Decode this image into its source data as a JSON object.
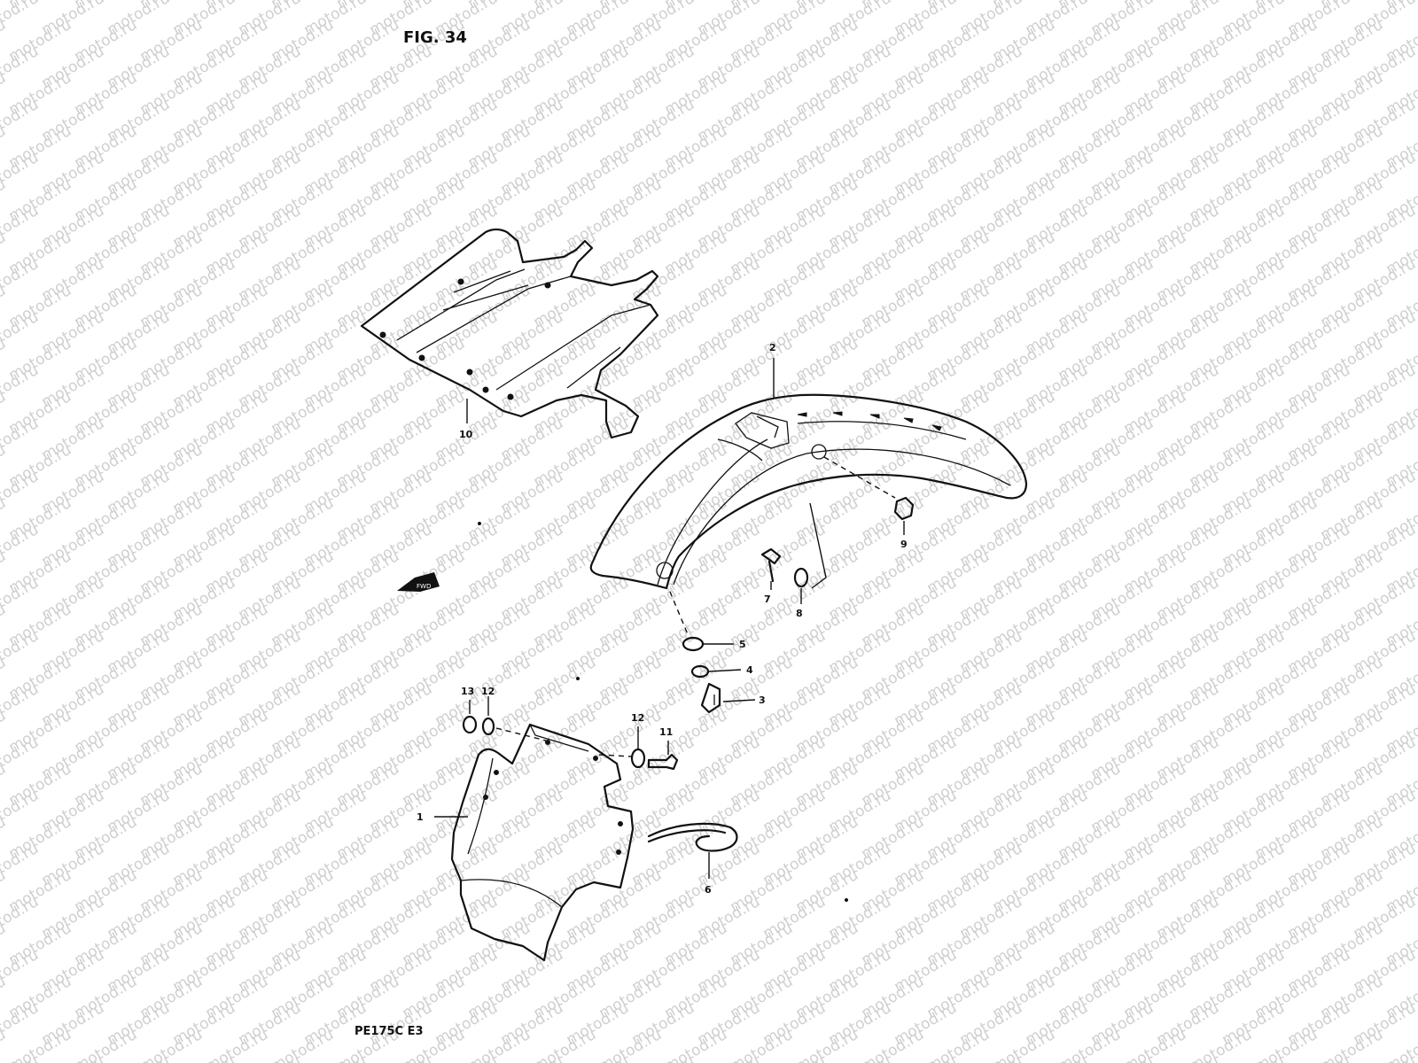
{
  "figure": {
    "title": "FIG. 34",
    "model_code": "PE175C E3",
    "watermark_text": "motod.ru"
  },
  "callouts": [
    {
      "id": "c1",
      "label": "1"
    },
    {
      "id": "c2",
      "label": "2"
    },
    {
      "id": "c3",
      "label": "3"
    },
    {
      "id": "c4",
      "label": "4"
    },
    {
      "id": "c5",
      "label": "5"
    },
    {
      "id": "c6",
      "label": "6"
    },
    {
      "id": "c7",
      "label": "7"
    },
    {
      "id": "c8",
      "label": "8"
    },
    {
      "id": "c9",
      "label": "9"
    },
    {
      "id": "c10",
      "label": "10"
    },
    {
      "id": "c11",
      "label": "11"
    },
    {
      "id": "c12a",
      "label": "12"
    },
    {
      "id": "c12b",
      "label": "12"
    },
    {
      "id": "c13",
      "label": "13"
    }
  ],
  "colors": {
    "line": "#111111",
    "background": "#ffffff",
    "watermark": "#cfcfcf"
  }
}
